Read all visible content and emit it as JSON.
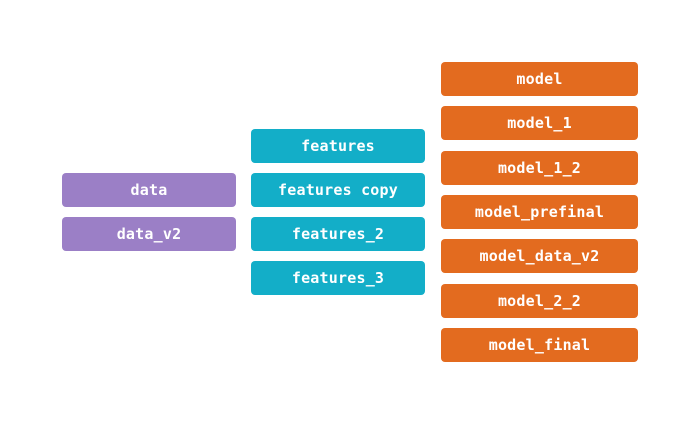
{
  "colors": {
    "data": "#9b7fc6",
    "features": "#13aec8",
    "models": "#e36b1f"
  },
  "groups": {
    "data": [
      "data",
      "data_v2"
    ],
    "features": [
      "features",
      "features copy",
      "features_2",
      "features_3"
    ],
    "models": [
      "model",
      "model_1",
      "model_1_2",
      "model_prefinal",
      "model_data_v2",
      "model_2_2",
      "model_final"
    ]
  }
}
